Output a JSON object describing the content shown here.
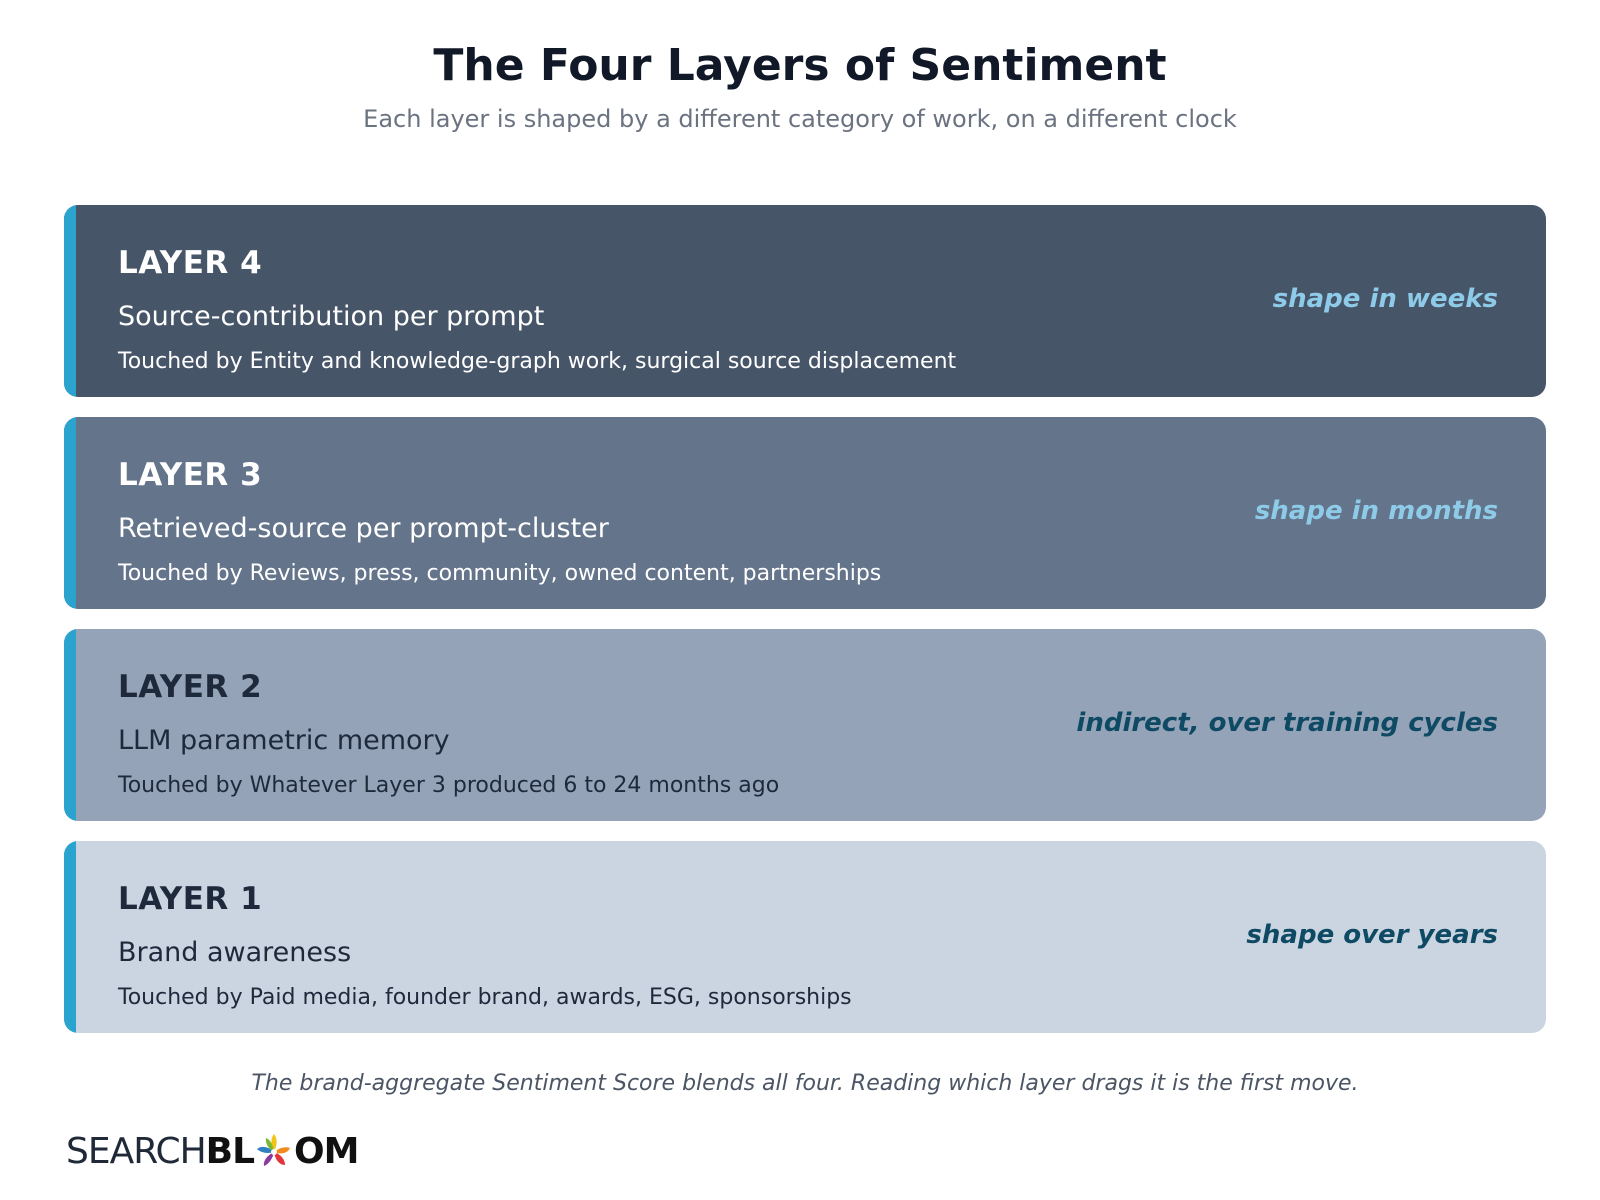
{
  "title": "The Four Layers of Sentiment",
  "subtitle": "Each layer is shaped by a different category of work, on a different clock",
  "layers": [
    {
      "name": "LAYER 4",
      "heading": "Source-contribution per prompt",
      "touched": "Touched by Entity and knowledge-graph work, surgical source displacement",
      "pace": "shape in weeks",
      "bg": "#475569",
      "text": "#ffffff",
      "pace_color": "#8ecbe8"
    },
    {
      "name": "LAYER 3",
      "heading": "Retrieved-source per prompt-cluster",
      "touched": "Touched by Reviews, press, community, owned content, partnerships",
      "pace": "shape in months",
      "bg": "#64748b",
      "text": "#ffffff",
      "pace_color": "#8ecbe8"
    },
    {
      "name": "LAYER 2",
      "heading": "LLM parametric memory",
      "touched": "Touched by Whatever Layer 3 produced 6 to 24 months ago",
      "pace": "indirect, over training cycles",
      "bg": "#94a3b8",
      "text": "#1e293b",
      "pace_color": "#0e4a63"
    },
    {
      "name": "LAYER 1",
      "heading": "Brand awareness",
      "touched": "Touched by Paid media, founder brand, awards, ESG, sponsorships",
      "pace": "shape over years",
      "bg": "#cbd5e1",
      "text": "#1e293b",
      "pace_color": "#0e4a63"
    }
  ],
  "accent_bar_color": "#2aa3cf",
  "footnote": "The brand-aggregate Sentiment Score blends all four. Reading which layer drags it is the first move.",
  "logo": {
    "part1": "SEARCH",
    "part2": "BL",
    "part3": "OM",
    "icon": "flower-icon"
  }
}
